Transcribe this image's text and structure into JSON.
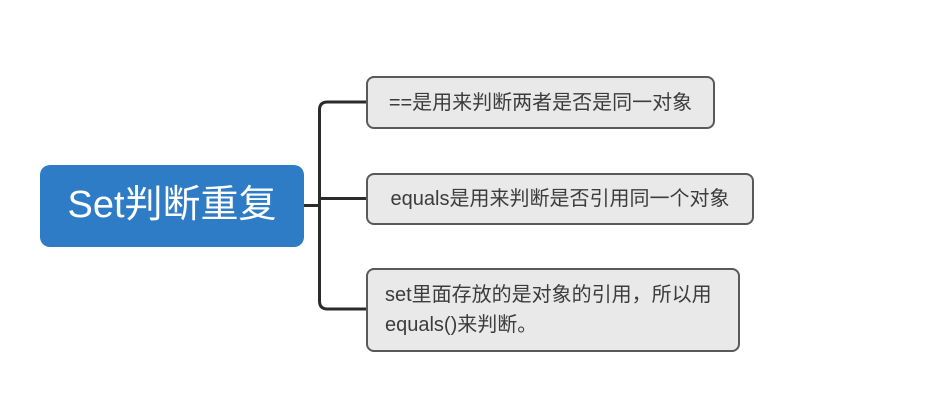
{
  "mindmap": {
    "root": {
      "label": "Set判断重复"
    },
    "children": [
      {
        "label": "==是用来判断两者是否是同一对象"
      },
      {
        "label": "equals是用来判断是否引用同一个对象"
      },
      {
        "label": "set里面存放的是对象的引用，所以用equals()来判断。"
      }
    ]
  },
  "colors": {
    "root_fill": "#2e7cc6",
    "root_text": "#ffffff",
    "child_fill": "#e9e9e9",
    "child_border": "#595959",
    "child_text": "#3c3c3c",
    "connector": "#2b2b2b",
    "background": "#ffffff"
  }
}
